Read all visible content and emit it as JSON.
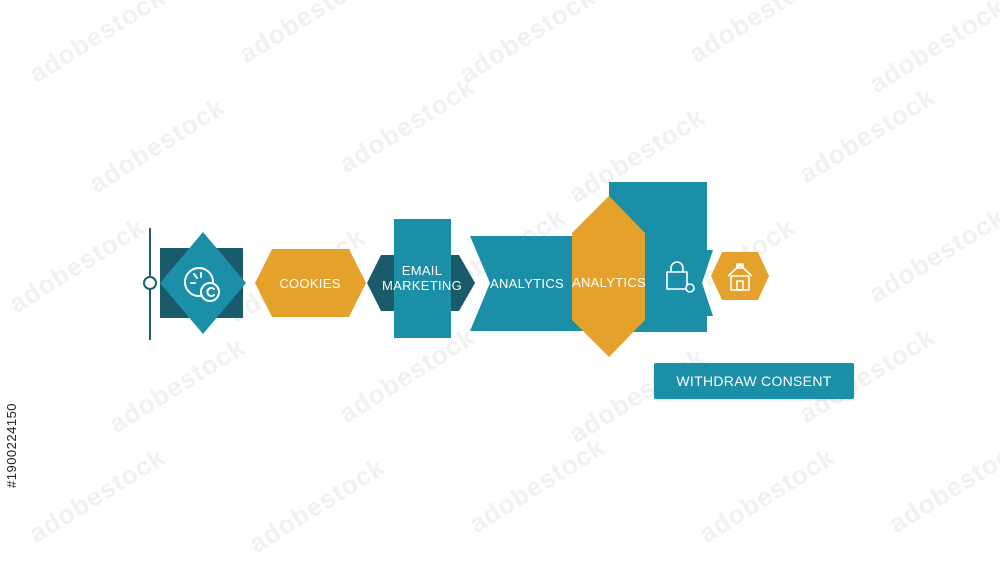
{
  "colors": {
    "teal": "#1b8fa7",
    "dark_teal": "#195a6b",
    "orange": "#e4a22d",
    "white": "#ffffff"
  },
  "flow": {
    "cookies_label": "COOKIES",
    "email_line1": "EMAIL",
    "email_line2": "MARKETING",
    "analytics_label_1": "ANALYTICS",
    "analytics_label_2": "ANALYTICS",
    "icons": [
      "cookie-icon",
      "shopping-bag-icon",
      "house-icon"
    ]
  },
  "button": {
    "label": "WITHDRAW CONSENT"
  },
  "watermark": {
    "text": "adobestock",
    "credit": "#1900224150"
  }
}
